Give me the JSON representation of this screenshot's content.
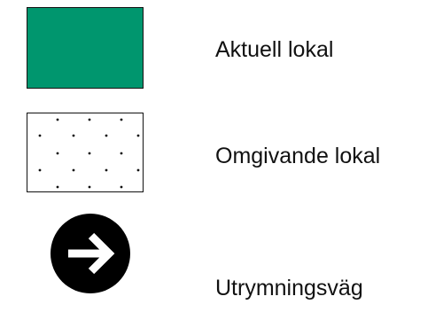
{
  "legend": {
    "items": [
      {
        "label": "Aktuell lokal",
        "swatch": "solid-fill",
        "color": "#00966e"
      },
      {
        "label": "Omgivande lokal",
        "swatch": "dot-pattern",
        "color": "#ffffff"
      },
      {
        "label": "Utrymningsväg",
        "swatch": "right-arrow-icon",
        "color": "#000000"
      }
    ]
  }
}
